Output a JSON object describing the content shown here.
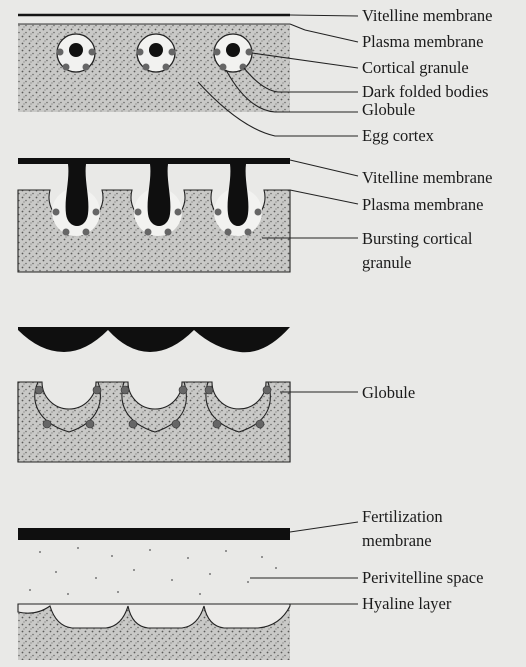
{
  "panel1": {
    "vitelline_membrane": "Vitelline membrane",
    "plasma_membrane": "Plasma membrane",
    "cortical_granule": "Cortical granule",
    "dark_folded_bodies": "Dark folded bodies",
    "globule": "Globule",
    "egg_cortex": "Egg cortex"
  },
  "panel2": {
    "vitelline_membrane": "Vitelline membrane",
    "plasma_membrane": "Plasma membrane",
    "bursting_line1": "Bursting cortical",
    "bursting_line2": "granule"
  },
  "panel3": {
    "globule": "Globule"
  },
  "panel4": {
    "fertilization_line1": "Fertilization",
    "fertilization_line2": "membrane",
    "perivitelline_space": "Perivitelline space",
    "hyaline_layer": "Hyaline layer"
  },
  "colors": {
    "background": "#e9e9e7",
    "stipple_fill": "#c8c8c6",
    "ink": "#141414"
  }
}
